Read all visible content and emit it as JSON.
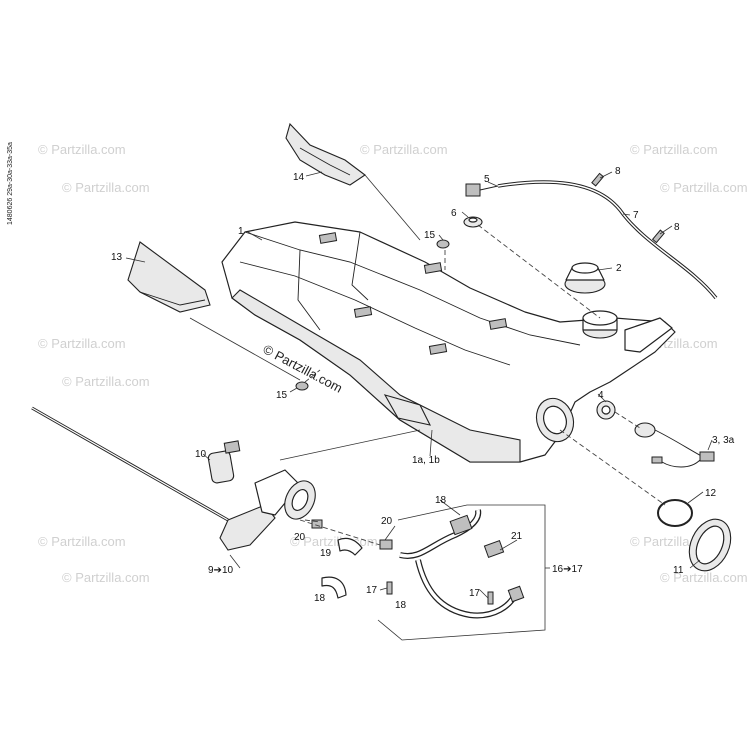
{
  "diagram_code": "1480626 29a-30a-33a-35a",
  "watermark": "© Partzilla.com",
  "callouts": {
    "c1": "1",
    "c1a1b": "1a, 1b",
    "c2": "2",
    "c3": "3, 3a",
    "c4": "4",
    "c5": "5",
    "c6": "6",
    "c7": "7",
    "c8a": "8",
    "c8b": "8",
    "c9": "9➔10",
    "c10": "10",
    "c11": "11",
    "c12": "12",
    "c13": "13",
    "c14": "14",
    "c15a": "15",
    "c15b": "15",
    "c16": "16➔17",
    "c17a": "17",
    "c17b": "17",
    "c18a": "18",
    "c18b": "18",
    "c18c": "18",
    "c19": "19",
    "c20a": "20",
    "c20b": "20",
    "c21": "21"
  }
}
